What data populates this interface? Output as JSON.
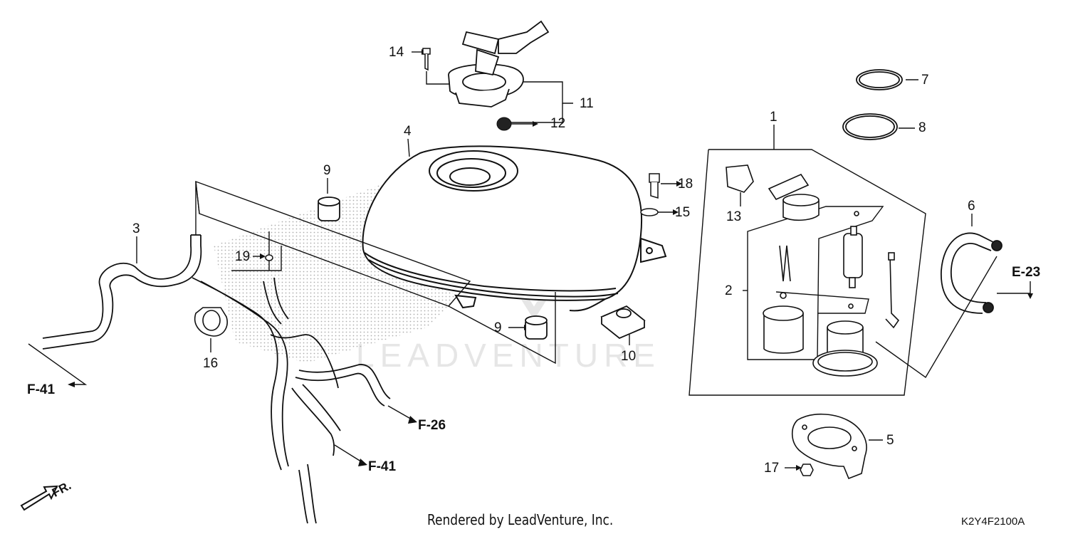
{
  "diagram": {
    "callouts": {
      "c1": "1",
      "c2": "2",
      "c3": "3",
      "c4": "4",
      "c5": "5",
      "c6": "6",
      "c7": "7",
      "c8": "8",
      "c9a": "9",
      "c9b": "9",
      "c10": "10",
      "c11": "11",
      "c12": "12",
      "c13": "13",
      "c14": "14",
      "c15": "15",
      "c16": "16",
      "c17": "17",
      "c18": "18",
      "c19": "19"
    },
    "references": {
      "f41_left": "F-41",
      "f26": "F-26",
      "f41_bottom": "F-41",
      "e23": "E-23"
    },
    "direction": "FR.",
    "footer": "Rendered by LeadVenture, Inc.",
    "diagram_code": "K2Y4F2100A",
    "watermark": "LEADVENTURE",
    "colors": {
      "line": "#111111",
      "watermark": "#e6e6e6",
      "background": "#ffffff"
    }
  }
}
